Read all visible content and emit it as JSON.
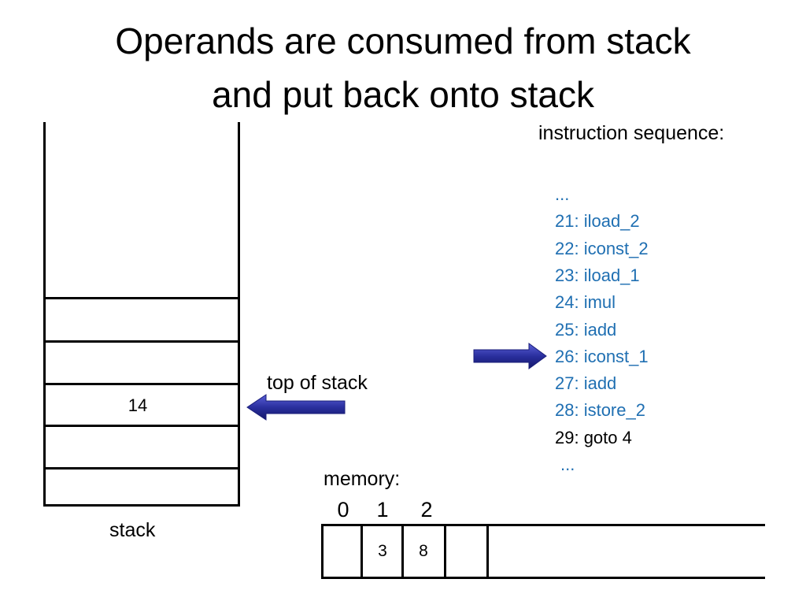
{
  "title": {
    "line1": "Operands are consumed from stack",
    "line2": "and put back onto stack"
  },
  "stack": {
    "label": "stack",
    "slots": [
      "",
      "",
      "14",
      "",
      ""
    ],
    "top_label": "top of stack"
  },
  "instructions": {
    "header": "instruction sequence:",
    "items": [
      {
        "text": "...",
        "color": "#1f6fb2"
      },
      {
        "text": "21: iload_2",
        "color": "#1f6fb2"
      },
      {
        "text": "22: iconst_2",
        "color": "#1f6fb2"
      },
      {
        "text": "23: iload_1",
        "color": "#1f6fb2"
      },
      {
        "text": "24: imul",
        "color": "#1f6fb2"
      },
      {
        "text": "25: iadd",
        "color": "#1f6fb2"
      },
      {
        "text": "26: iconst_1",
        "color": "#1f6fb2"
      },
      {
        "text": "27: iadd",
        "color": "#1f6fb2"
      },
      {
        "text": "28: istore_2",
        "color": "#1f6fb2"
      },
      {
        "text": "29: goto 4",
        "color": "#000000"
      },
      {
        "text": "...",
        "color": "#1f6fb2"
      }
    ],
    "current_index": 6
  },
  "memory": {
    "label": "memory:",
    "indices": [
      "0",
      "1",
      "2"
    ],
    "cells": [
      "",
      "3",
      "8",
      ""
    ]
  },
  "colors": {
    "arrow": "#2a2f9e",
    "text_blue": "#1f6fb2"
  }
}
